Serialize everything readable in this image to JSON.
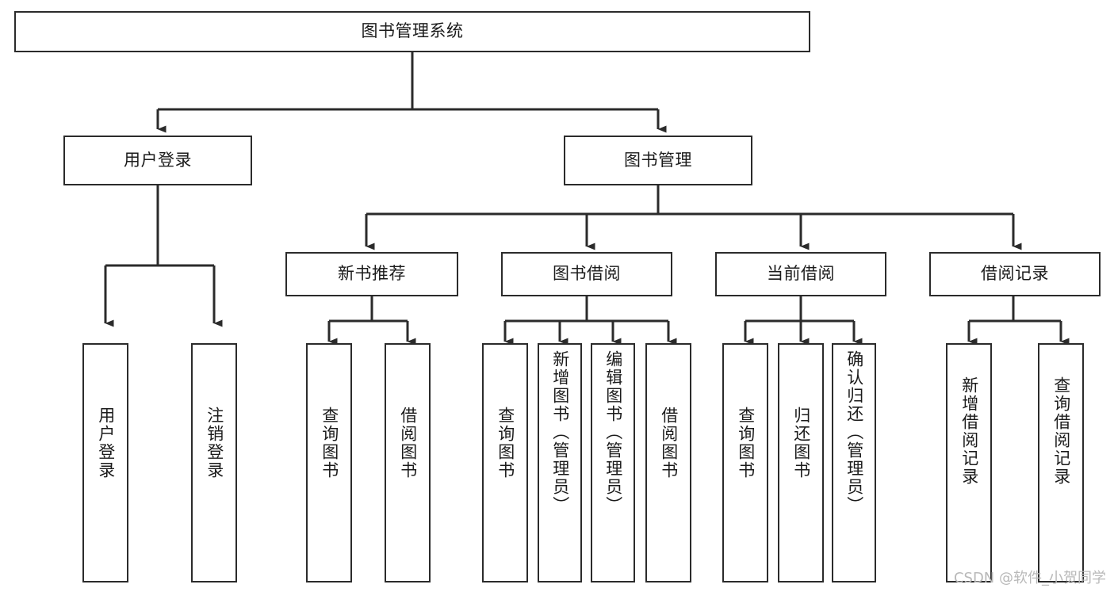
{
  "diagram": {
    "kind": "function-structure-tree",
    "title": "图书管理系统",
    "watermark": "CSDN @软件_小贺同学",
    "colors": {
      "background": "#ffffff",
      "box_border": "#2b2b2b",
      "box_fill": "#ffffff",
      "connector": "#2b2b2b",
      "text": "#1b1b1b",
      "watermark_text": "#b9b9b9"
    },
    "root": {
      "id": "root",
      "label": "图书管理系统"
    },
    "level2": [
      {
        "id": "user-login",
        "label": "用户登录"
      },
      {
        "id": "book-manage",
        "label": "图书管理"
      }
    ],
    "level3": [
      {
        "id": "new-book-recommend",
        "label": "新书推荐",
        "parent": "book-manage"
      },
      {
        "id": "book-borrow",
        "label": "图书借阅",
        "parent": "book-manage"
      },
      {
        "id": "current-borrow",
        "label": "当前借阅",
        "parent": "book-manage"
      },
      {
        "id": "borrow-record",
        "label": "借阅记录",
        "parent": "book-manage"
      }
    ],
    "leaves": [
      {
        "id": "leaf-user-login",
        "label": "用户登录",
        "parent": "user-login"
      },
      {
        "id": "leaf-user-logout",
        "label": "注销登录",
        "parent": "user-login"
      },
      {
        "id": "leaf-query-book-1",
        "label": "查询图书",
        "parent": "new-book-recommend"
      },
      {
        "id": "leaf-borrow-book-1",
        "label": "借阅图书",
        "parent": "new-book-recommend"
      },
      {
        "id": "leaf-query-book-2",
        "label": "查询图书",
        "parent": "book-borrow"
      },
      {
        "id": "leaf-add-book",
        "label": "新增图书（管理员）",
        "parent": "book-borrow"
      },
      {
        "id": "leaf-edit-book",
        "label": "编辑图书（管理员）",
        "parent": "book-borrow"
      },
      {
        "id": "leaf-borrow-book-2",
        "label": "借阅图书",
        "parent": "book-borrow"
      },
      {
        "id": "leaf-query-book-3",
        "label": "查询图书",
        "parent": "current-borrow"
      },
      {
        "id": "leaf-return-book",
        "label": "归还图书",
        "parent": "current-borrow"
      },
      {
        "id": "leaf-confirm-return",
        "label": "确认归还（管理员）",
        "parent": "current-borrow"
      },
      {
        "id": "leaf-add-record",
        "label": "新增借阅记录",
        "parent": "borrow-record"
      },
      {
        "id": "leaf-query-record",
        "label": "查询借阅记录",
        "parent": "borrow-record"
      }
    ]
  }
}
